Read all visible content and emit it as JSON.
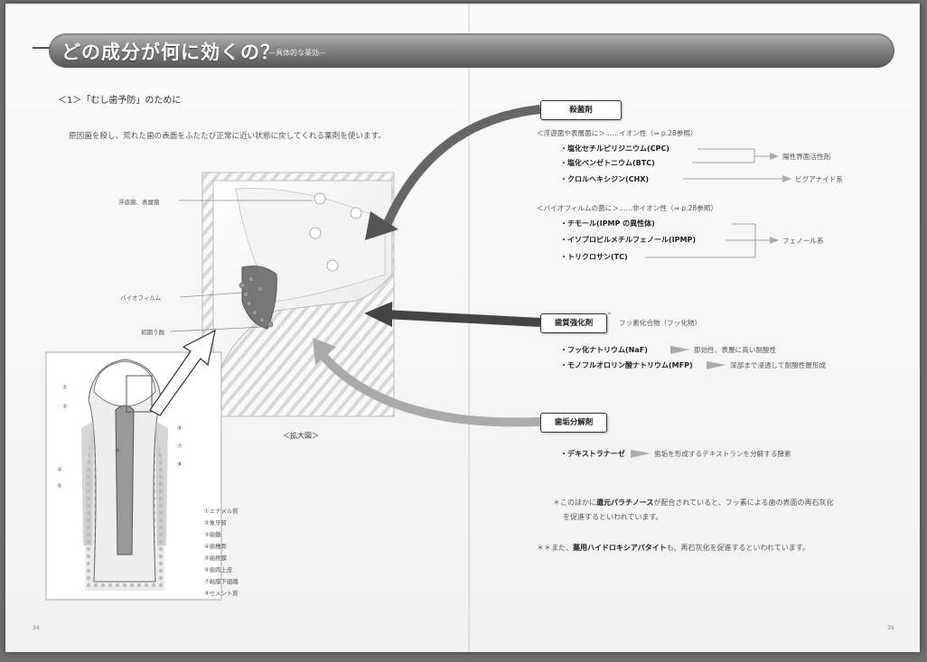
{
  "header": {
    "title": "どの成分が何に効くの？",
    "subtitle": "—具体的な薬効—"
  },
  "section": {
    "heading": "＜1＞「むし歯予防」のために",
    "intro": "原因菌を殺し、荒れた歯の表面をふたたび正常に近い状態に戻してくれる薬剤を使います。"
  },
  "diagram_labels": {
    "floating_bacteria": "浮遊菌、表層菌",
    "biofilm": "バイオフィルム",
    "early_caries": "初期う蝕",
    "enlarged": "＜拡大図＞"
  },
  "tooth_legend": [
    "①エナメル質",
    "②象牙質",
    "③歯髄",
    "④歯槽骨",
    "⑤歯根膜",
    "⑥歯肉上皮",
    "⑦粘膜下組織",
    "⑧セメント質"
  ],
  "tooth_markers": [
    "①",
    "②",
    "③",
    "④",
    "⑤",
    "⑥",
    "⑦",
    "⑧"
  ],
  "bactericide": {
    "label": "殺菌剤",
    "group1_heading": "＜浮遊菌や表層菌に＞……イオン性（⇒ p.28参照）",
    "group1_items": [
      "・塩化セチルピリジニウム(CPC)",
      "・塩化ベンゼトニウム(BTC)",
      "・クロルヘキシジン(CHX)"
    ],
    "group1_class_a": "陽性界面活性剤",
    "group1_class_b": "ビグアナイド系",
    "group2_heading": "＜バイオフィルムの菌に＞……非イオン性（⇒ p.28参照）",
    "group2_items": [
      "・チモール(IPMP の異性体)",
      "・イソプロピルメチルフェノール(IPMP)",
      "・トリクロサン(TC)"
    ],
    "group2_class": "フェノール系"
  },
  "strengthener": {
    "label": "歯質強化剤",
    "mark": "*",
    "note": "フッ素化合物（フッ化物）",
    "items": [
      {
        "name": "・フッ化ナトリウム(NaF)",
        "effect": "即効性、表層に高い耐酸性"
      },
      {
        "name": "・モノフルオロリン酸ナトリウム(MFP)",
        "effect": "深部まで浸透して耐酸性層形成"
      }
    ]
  },
  "plaque": {
    "label": "歯垢分解剤",
    "item_name": "・デキストラナーゼ",
    "item_effect": "歯垢を形成するデキストランを分解する酵素"
  },
  "notes": {
    "note1_pre": "＊このほかに",
    "note1_bold": "還元パラチノース",
    "note1_post": "が配合されていると、フッ素による歯の表面の再石灰化",
    "note1_line2": "を促進するといわれています。",
    "note2_pre": "＊＊また、",
    "note2_bold": "薬用ハイドロキシアパタイト",
    "note2_post": "も、再石灰化を促進するといわれています。"
  },
  "pages": {
    "left": "34",
    "right": "35"
  }
}
